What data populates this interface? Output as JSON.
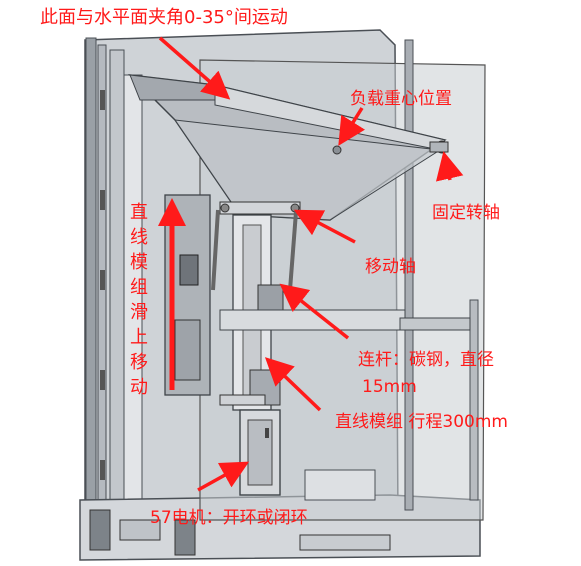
{
  "annotations": {
    "angle_note": "此面与水平面夹角0-35°间运动",
    "load_center": "负载重心位置",
    "fixed_axis": "固定转轴",
    "moving_axis": "移动轴",
    "rod_line1": "连杆：碳钢，直径",
    "rod_line2": "15mm",
    "linear_module": "直线模组  行程300mm",
    "motor": "57电机：开环或闭环",
    "vertical_chars": [
      "直",
      "线",
      "模",
      "组",
      "滑",
      "上",
      "移",
      "动"
    ]
  },
  "colors": {
    "annotation": "#ff1a1a",
    "frame": "#4a4f55",
    "panel": "#dfe2e5"
  }
}
